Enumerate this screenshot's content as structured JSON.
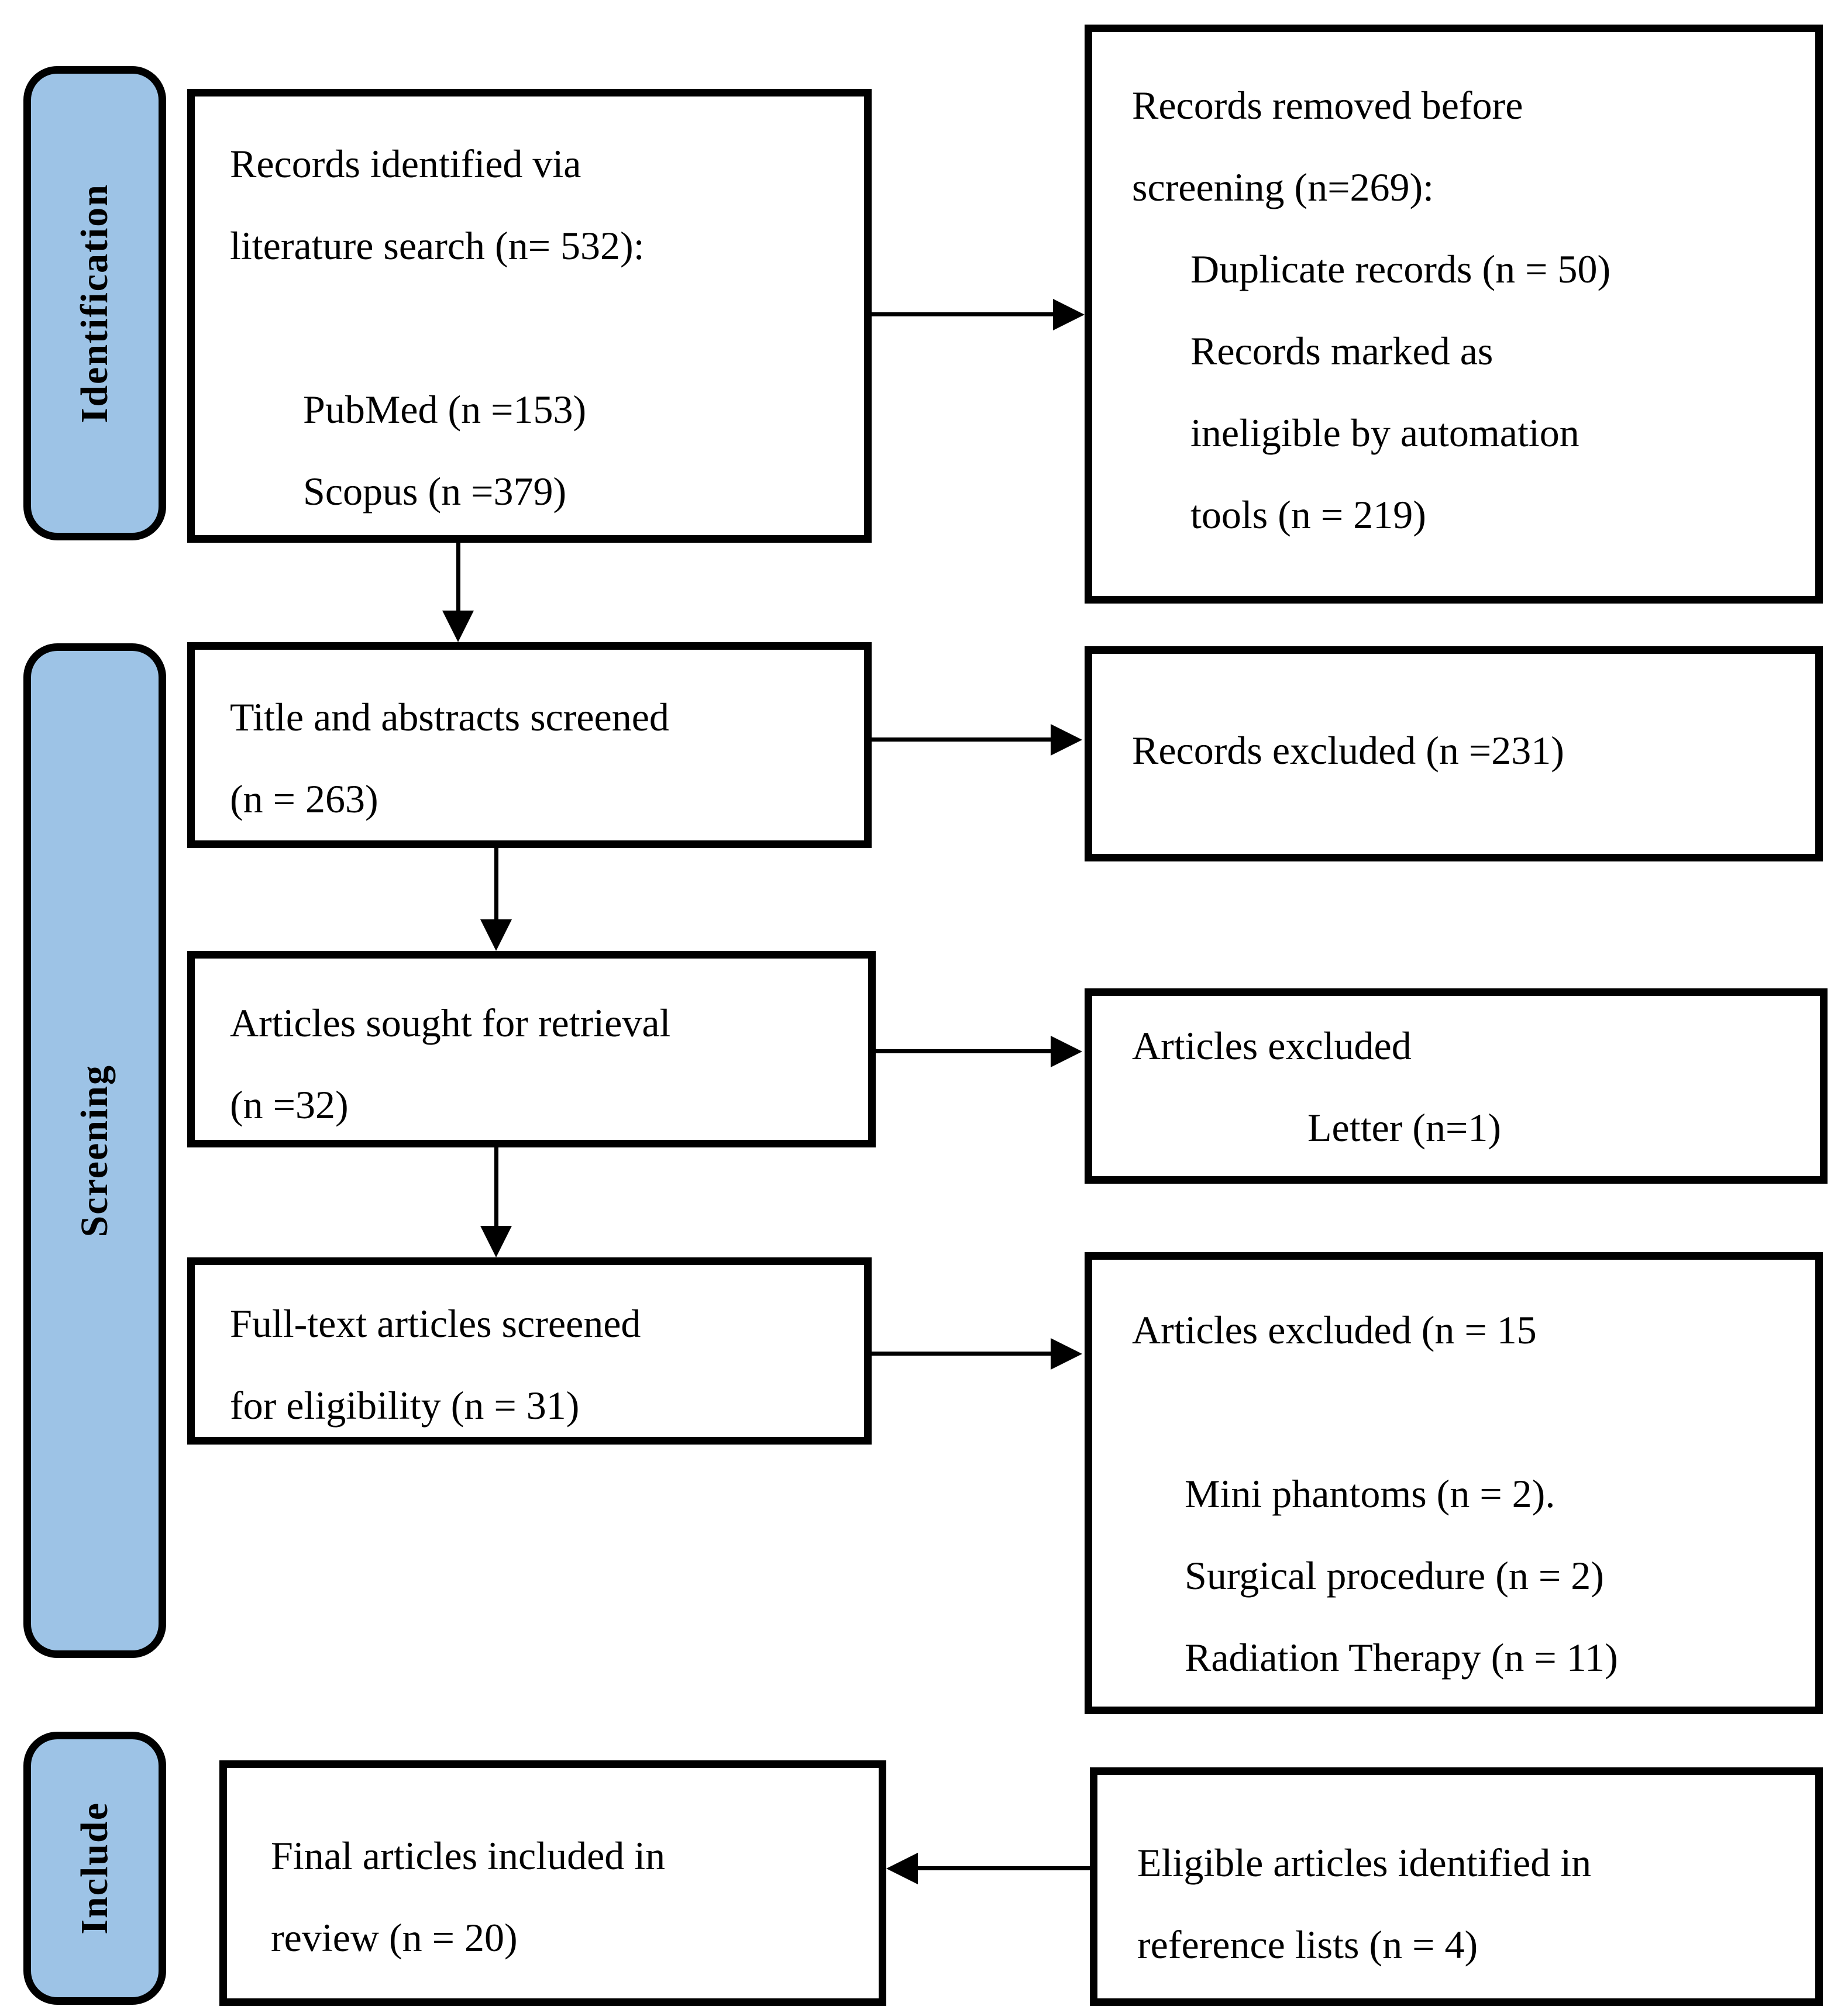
{
  "diagram": {
    "title": "PRISMA literature selection flow diagram",
    "colors": {
      "stage_fill": "#9DC3E6",
      "stage_border": "#000000",
      "box_border": "#000000",
      "arrow": "#000000",
      "background": "#FFFFFF",
      "text": "#000000"
    },
    "stages": {
      "identification": {
        "label": "Identification"
      },
      "screening": {
        "label": "Screening"
      },
      "include": {
        "label": "Include"
      }
    },
    "boxes": {
      "identified": {
        "lines": [
          "Records identified via",
          "literature search (n= 532):",
          "PubMed (n =153)",
          "Scopus (n =379)"
        ]
      },
      "removed": {
        "lines": [
          "Records removed before",
          "screening (n=269):",
          "Duplicate records (n = 50)",
          "Records marked as",
          "ineligible by automation",
          "tools (n = 219)"
        ]
      },
      "screened": {
        "lines": [
          "Title and abstracts screened",
          "(n = 263)"
        ]
      },
      "excluded231": {
        "lines": [
          "Records excluded (n =231)"
        ]
      },
      "sought": {
        "lines": [
          "Articles sought for retrieval",
          "(n =32)"
        ]
      },
      "letter": {
        "lines": [
          "Articles excluded",
          "Letter (n=1)"
        ]
      },
      "fulltext": {
        "lines": [
          "Full-text articles screened",
          "for eligibility (n = 31)"
        ]
      },
      "excluded15": {
        "lines": [
          "Articles excluded (n = 15",
          "Mini phantoms (n = 2).",
          "Surgical procedure (n = 2)",
          "Radiation Therapy (n = 11)"
        ]
      },
      "final": {
        "lines": [
          "Final articles included in",
          "review (n = 20)"
        ]
      },
      "eligible": {
        "lines": [
          "Eligible articles identified in",
          "reference lists (n = 4)"
        ]
      }
    }
  }
}
